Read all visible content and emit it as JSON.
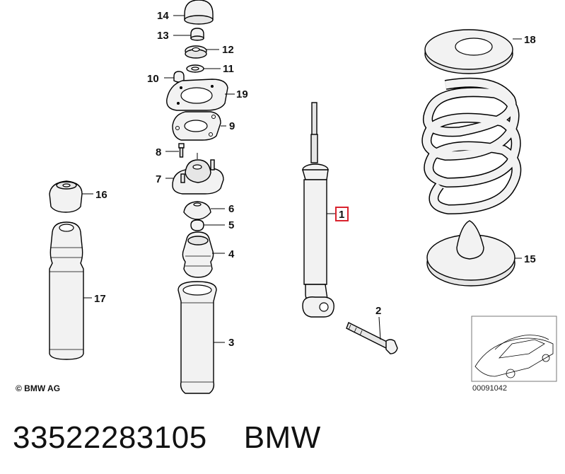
{
  "diagram": {
    "callouts": [
      {
        "id": "14",
        "label": "14"
      },
      {
        "id": "13",
        "label": "13"
      },
      {
        "id": "12",
        "label": "12"
      },
      {
        "id": "11",
        "label": "11"
      },
      {
        "id": "10",
        "label": "10"
      },
      {
        "id": "19",
        "label": "19"
      },
      {
        "id": "9",
        "label": "9"
      },
      {
        "id": "8",
        "label": "8"
      },
      {
        "id": "7",
        "label": "7"
      },
      {
        "id": "6",
        "label": "6"
      },
      {
        "id": "5",
        "label": "5"
      },
      {
        "id": "4",
        "label": "4"
      },
      {
        "id": "3",
        "label": "3"
      },
      {
        "id": "16",
        "label": "16"
      },
      {
        "id": "17",
        "label": "17"
      },
      {
        "id": "1",
        "label": "1"
      },
      {
        "id": "2",
        "label": "2"
      },
      {
        "id": "18",
        "label": "18"
      },
      {
        "id": "15",
        "label": "15"
      }
    ],
    "copyright": "© BMW AG",
    "reference_number": "00091042",
    "highlight_color": "#d9232e"
  },
  "footer": {
    "part_number": "33522283105",
    "brand": "BMW"
  }
}
